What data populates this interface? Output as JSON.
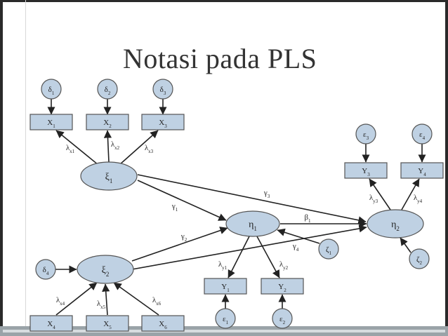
{
  "title": "Notasi pada PLS",
  "colors": {
    "node_fill": "#bfd1e3",
    "node_stroke": "#555555",
    "edge": "#222222"
  },
  "exogenous": [
    {
      "id": "xi1",
      "name": "ξ",
      "sub": "1",
      "indicators": [
        {
          "id": "x1",
          "name": "X",
          "sub": "1",
          "error": {
            "name": "δ",
            "sub": "1"
          },
          "loading": {
            "name": "λ",
            "sub": "x1"
          }
        },
        {
          "id": "x2",
          "name": "X",
          "sub": "2",
          "error": {
            "name": "δ",
            "sub": "2"
          },
          "loading": {
            "name": "λ",
            "sub": "x2"
          }
        },
        {
          "id": "x3",
          "name": "X",
          "sub": "3",
          "error": {
            "name": "δ",
            "sub": "3"
          },
          "loading": {
            "name": "λ",
            "sub": "x3"
          }
        }
      ]
    },
    {
      "id": "xi2",
      "name": "ξ",
      "sub": "2",
      "error": {
        "name": "δ",
        "sub": "4"
      },
      "indicators": [
        {
          "id": "x4",
          "name": "X",
          "sub": "4",
          "loading": {
            "name": "λ",
            "sub": "x4"
          }
        },
        {
          "id": "x5",
          "name": "X",
          "sub": "5",
          "loading": {
            "name": "λ",
            "sub": "x5"
          }
        },
        {
          "id": "x6",
          "name": "X",
          "sub": "6",
          "loading": {
            "name": "λ",
            "sub": "x6"
          }
        }
      ]
    }
  ],
  "endogenous": [
    {
      "id": "eta1",
      "name": "η",
      "sub": "1",
      "disturbance": {
        "name": "ζ",
        "sub": "1"
      },
      "indicators": [
        {
          "id": "y1",
          "name": "Y",
          "sub": "1",
          "error": {
            "name": "ε",
            "sub": "1"
          },
          "loading": {
            "name": "λ",
            "sub": "y1"
          }
        },
        {
          "id": "y2",
          "name": "Y",
          "sub": "2",
          "error": {
            "name": "ε",
            "sub": "2"
          },
          "loading": {
            "name": "λ",
            "sub": "y2"
          }
        }
      ]
    },
    {
      "id": "eta2",
      "name": "η",
      "sub": "2",
      "disturbance": {
        "name": "ζ",
        "sub": "2"
      },
      "indicators": [
        {
          "id": "y3",
          "name": "Y",
          "sub": "3",
          "error": {
            "name": "ε",
            "sub": "3"
          },
          "loading": {
            "name": "λ",
            "sub": "y3"
          }
        },
        {
          "id": "y4",
          "name": "Y",
          "sub": "4",
          "error": {
            "name": "ε",
            "sub": "4"
          },
          "loading": {
            "name": "λ",
            "sub": "y4"
          }
        }
      ]
    }
  ],
  "paths": [
    {
      "from": "xi1",
      "to": "eta1",
      "label": {
        "name": "γ",
        "sub": "1"
      }
    },
    {
      "from": "xi2",
      "to": "eta1",
      "label": {
        "name": "γ",
        "sub": "2"
      }
    },
    {
      "from": "xi1",
      "to": "eta2",
      "label": {
        "name": "γ",
        "sub": "3"
      }
    },
    {
      "from": "xi2",
      "to": "eta2",
      "label": {
        "name": "γ",
        "sub": "4"
      }
    },
    {
      "from": "eta1",
      "to": "eta2",
      "label": {
        "name": "β",
        "sub": "1"
      }
    }
  ]
}
